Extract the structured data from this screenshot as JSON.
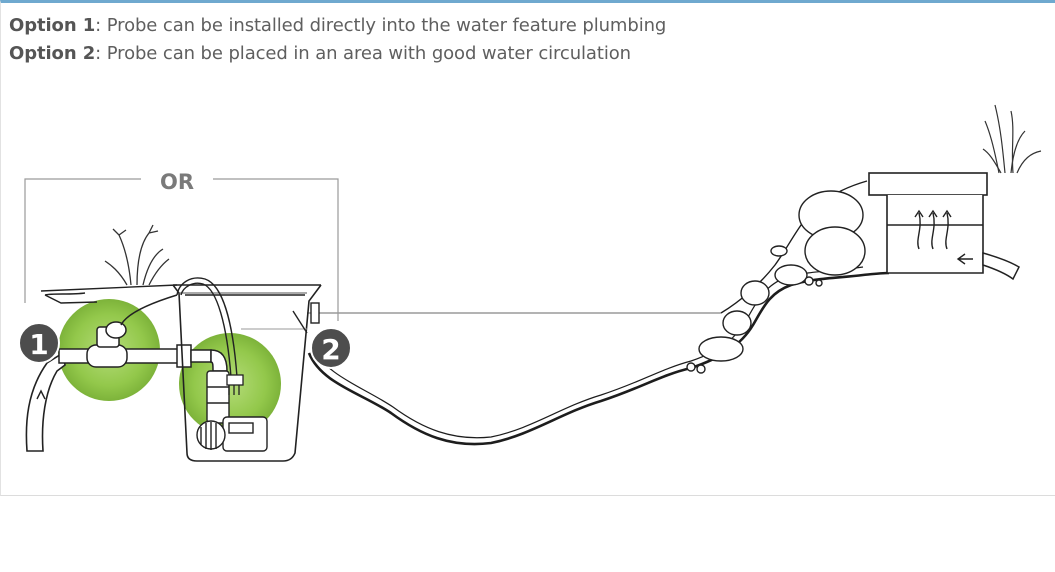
{
  "options": [
    {
      "label": "Option 1",
      "text": ": Probe can be installed directly into the water feature plumbing"
    },
    {
      "label": "Option 2",
      "text": ": Probe can be placed in an area with good water circulation"
    }
  ],
  "diagram": {
    "or_label": "OR",
    "markers": [
      "1",
      "2"
    ]
  },
  "colors": {
    "accent_bar": "#6fa9cf",
    "highlight_green": "#8cc63f",
    "line": "#222222",
    "marker_fill": "#4d4d4d"
  }
}
